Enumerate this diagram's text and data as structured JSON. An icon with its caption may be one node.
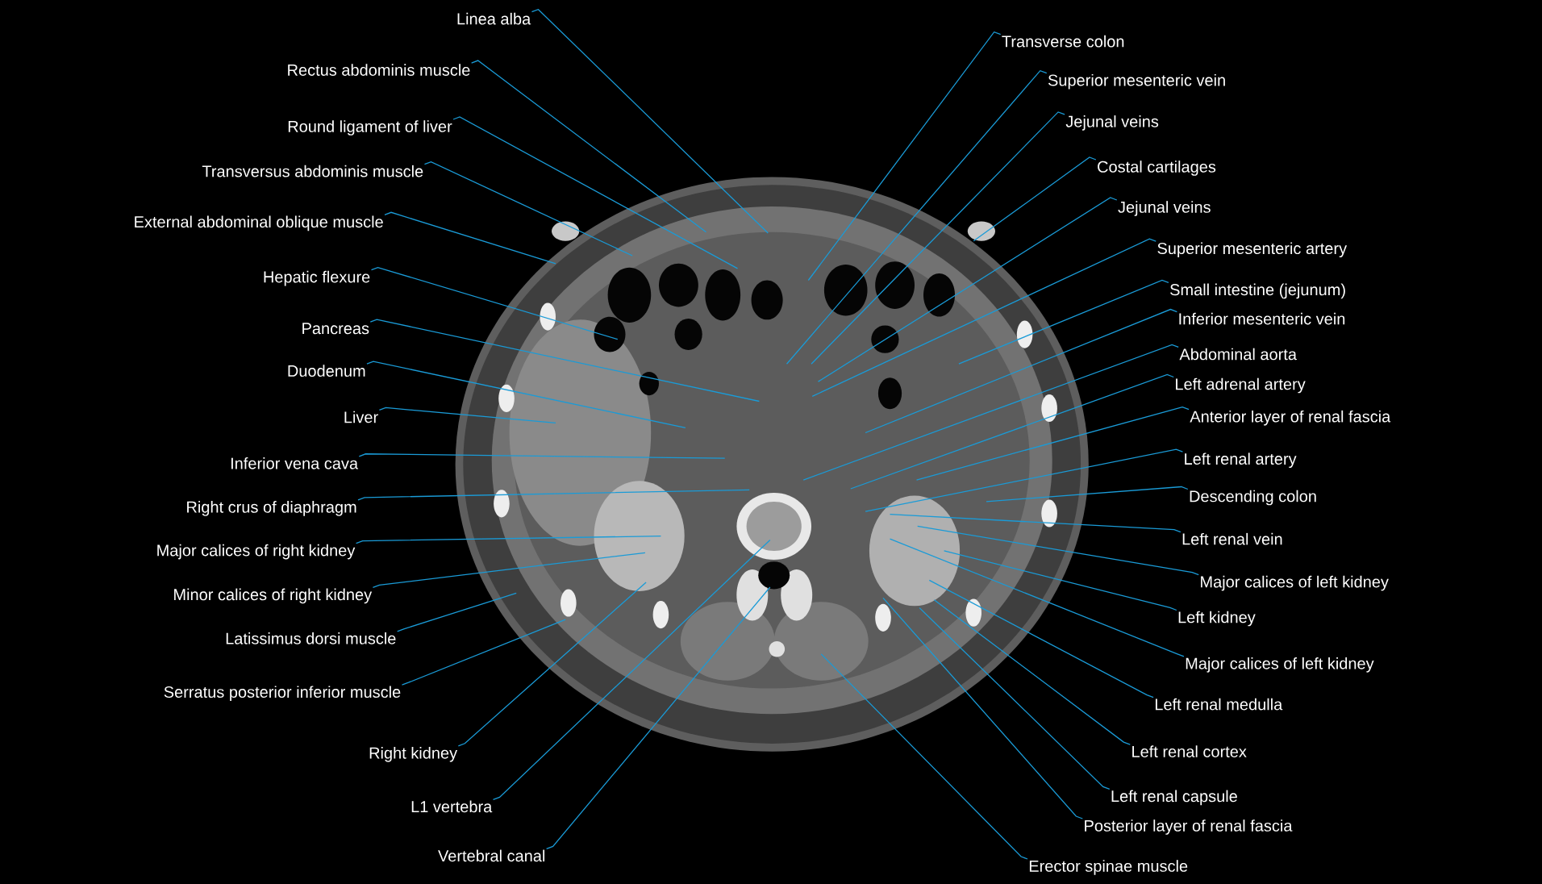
{
  "diagram": {
    "nodes": [
      {
        "text": [
          "Linea alba"
        ]
      },
      {
        "text": [
          "Rectus abdominis muscle"
        ]
      },
      {
        "text": [
          "Round ligament of liver"
        ]
      },
      {
        "text": [
          "Transversus abdominis muscle"
        ]
      },
      {
        "text": [
          "External abdominal oblique muscle"
        ]
      },
      {
        "text": [
          "Hepatic flexure"
        ]
      },
      {
        "text": [
          "Pancreas"
        ]
      },
      {
        "text": [
          "Duodenum"
        ]
      },
      {
        "text": [
          "Liver"
        ]
      },
      {
        "text": [
          "Inferior vena cava"
        ]
      },
      {
        "text": [
          "Right crus of diaphragm"
        ]
      },
      {
        "text": [
          "Major calices of right kidney"
        ]
      },
      {
        "text": [
          "Minor calices of right kidney"
        ]
      },
      {
        "text": [
          "Latissimus dorsi muscle"
        ]
      },
      {
        "text": [
          "Serratus posterior inferior muscle"
        ]
      },
      {
        "text": [
          "Right kidney"
        ]
      },
      {
        "text": [
          "L1 vertebra"
        ]
      },
      {
        "text": [
          "Vertebral canal"
        ]
      },
      {
        "text": [
          "Transverse colon"
        ]
      },
      {
        "text": [
          "Superior mesenteric vein"
        ]
      },
      {
        "text": [
          "Jejunal veins"
        ]
      },
      {
        "text": [
          "Costal cartilages"
        ]
      },
      {
        "text": [
          "Jejunal veins"
        ]
      },
      {
        "text": [
          "Superior mesenteric artery"
        ]
      },
      {
        "text": [
          "Small intestine (jejunum)"
        ]
      },
      {
        "text": [
          "Inferior mesenteric vein"
        ]
      },
      {
        "text": [
          "Abdominal aorta"
        ]
      },
      {
        "text": [
          "Left adrenal artery"
        ]
      },
      {
        "text": [
          "Anterior layer of renal fascia"
        ]
      },
      {
        "text": [
          "Left renal artery"
        ]
      },
      {
        "text": [
          "Descending colon"
        ]
      },
      {
        "text": [
          "Left renal vein"
        ]
      },
      {
        "text": [
          "Major calices of left kidney"
        ]
      },
      {
        "text": [
          "Left kidney"
        ]
      },
      {
        "text": [
          "Major calices of left kidney"
        ]
      },
      {
        "text": [
          "Left renal medulla"
        ]
      },
      {
        "text": [
          "Left renal cortex"
        ]
      },
      {
        "text": [
          "Left renal capsule"
        ]
      },
      {
        "text": [
          "Posterior layer of renal fascia"
        ]
      },
      {
        "text": [
          "Erector spinae muscle"
        ]
      }
    ],
    "edges": [
      {
        "from": 0,
        "to": null,
        "arrow": "none"
      },
      {
        "from": 1,
        "to": null,
        "arrow": "none"
      },
      {
        "from": 2,
        "to": null,
        "arrow": "none"
      },
      {
        "from": 3,
        "to": null,
        "arrow": "none"
      },
      {
        "from": 4,
        "to": null,
        "arrow": "none"
      },
      {
        "from": 5,
        "to": null,
        "arrow": "none"
      },
      {
        "from": 6,
        "to": null,
        "arrow": "none"
      },
      {
        "from": 7,
        "to": null,
        "arrow": "none"
      },
      {
        "from": 8,
        "to": null,
        "arrow": "none"
      },
      {
        "from": 9,
        "to": null,
        "arrow": "none"
      },
      {
        "from": 10,
        "to": null,
        "arrow": "none"
      },
      {
        "from": 11,
        "to": null,
        "arrow": "none"
      },
      {
        "from": 12,
        "to": null,
        "arrow": "none"
      },
      {
        "from": 13,
        "to": null,
        "arrow": "none"
      },
      {
        "from": 14,
        "to": null,
        "arrow": "none"
      },
      {
        "from": 15,
        "to": null,
        "arrow": "none"
      },
      {
        "from": 16,
        "to": null,
        "arrow": "none"
      },
      {
        "from": 17,
        "to": null,
        "arrow": "none"
      },
      {
        "from": 18,
        "to": null,
        "arrow": "none"
      },
      {
        "from": 19,
        "to": null,
        "arrow": "none"
      },
      {
        "from": 20,
        "to": null,
        "arrow": "none"
      },
      {
        "from": 21,
        "to": null,
        "arrow": "none"
      },
      {
        "from": 22,
        "to": null,
        "arrow": "none"
      },
      {
        "from": 23,
        "to": null,
        "arrow": "none"
      },
      {
        "from": 24,
        "to": null,
        "arrow": "none"
      },
      {
        "from": 25,
        "to": null,
        "arrow": "none"
      },
      {
        "from": 26,
        "to": null,
        "arrow": "none"
      },
      {
        "from": 27,
        "to": null,
        "arrow": "none"
      },
      {
        "from": 28,
        "to": null,
        "arrow": "none"
      },
      {
        "from": 29,
        "to": null,
        "arrow": "none"
      },
      {
        "from": 30,
        "to": null,
        "arrow": "none"
      },
      {
        "from": 31,
        "to": null,
        "arrow": "none"
      },
      {
        "from": 32,
        "to": null,
        "arrow": "none"
      },
      {
        "from": 33,
        "to": null,
        "arrow": "none"
      },
      {
        "from": 34,
        "to": null,
        "arrow": "none"
      },
      {
        "from": 35,
        "to": null,
        "arrow": "none"
      },
      {
        "from": 36,
        "to": null,
        "arrow": "none"
      },
      {
        "from": 37,
        "to": null,
        "arrow": "none"
      },
      {
        "from": 38,
        "to": null,
        "arrow": "none"
      },
      {
        "from": 39,
        "to": null,
        "arrow": "none"
      }
    ]
  }
}
